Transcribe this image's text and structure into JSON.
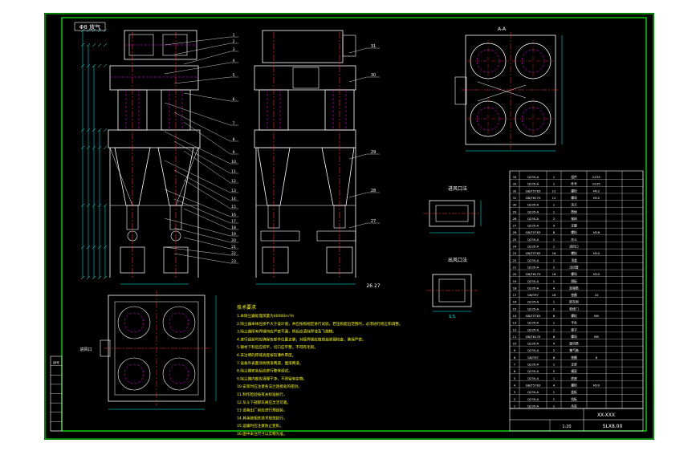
{
  "drawing": {
    "top_label": "Φ8 放气",
    "section_label": "A-A",
    "inlet_title": "进风口法",
    "outlet_title": "出风口法",
    "left_inlet_label": "进风口",
    "outlet_dims": "1:5",
    "callouts_front": [
      "1",
      "2",
      "3",
      "4",
      "5",
      "6",
      "7",
      "8",
      "9",
      "10",
      "11",
      "12",
      "13",
      "14",
      "15",
      "16",
      "17",
      "18",
      "19",
      "20",
      "21",
      "22",
      "23"
    ],
    "callouts_side": [
      "31",
      "30",
      "29",
      "28",
      "27"
    ],
    "callout_bottom": "26 27"
  },
  "notes": {
    "heading": "技术要求",
    "lines": [
      "1.本除尘器处理风量为40000m³/h",
      "2.除尘器本体压损不大于设计值，并应按照规定进行试验，若压损超出范围时，必须进行修正和调整。",
      "3.除尘器所有焊缝均应严密不漏，焊后应清除焊渣及飞溅物。",
      "4.进行组装时应确保各部件位置正确，对接焊缝应做煤油渗漏检查，确保严密。",
      "5.钢材下料后应校平，切口应平整，不得有毛刺。",
      "6.未注明的焊缝高度按较薄件厚度。",
      "7.设备外表面涂防锈漆两道，面漆两道。",
      "8.除尘器安装后应进行整体调试。",
      "9.除尘器内部应清理干净，不得留有杂物。",
      "10.安装时应注意各法兰连接处的密封。",
      "11.制作检验按有关标准执行。",
      "12.灰斗下部卸灰阀应灵活可靠。",
      "13.设备出厂前应进行预组装。",
      "14.其余按相关技术规范执行。",
      "15.运输时应注意防止变形。",
      "16.图中未注尺寸以实物为准。"
    ]
  },
  "bom": {
    "rows": [
      [
        "34",
        "Q235-A",
        "1",
        "组件",
        "0235"
      ],
      [
        "33",
        "Q235-A",
        "1",
        "件号",
        "0235"
      ],
      [
        "32",
        "GB/T5783",
        "12",
        "螺栓",
        "M12"
      ],
      [
        "31",
        "GB/T6170",
        "12",
        "螺母",
        "M12"
      ],
      [
        "30",
        "Q235-A",
        "1",
        "法兰",
        ""
      ],
      [
        "29",
        "Q235-A",
        "1",
        "筒体",
        ""
      ],
      [
        "28",
        "Q235-A",
        "2",
        "锥体",
        ""
      ],
      [
        "27",
        "Q235-A",
        "4",
        "支腿",
        ""
      ],
      [
        "26",
        "GB/T5783",
        "8",
        "螺栓",
        "M16"
      ],
      [
        "25",
        "Q235-A",
        "1",
        "灰斗",
        ""
      ],
      [
        "24",
        "Q235-A",
        "1",
        "进风口",
        ""
      ],
      [
        "23",
        "GB/T5783",
        "16",
        "螺栓",
        "M10"
      ],
      [
        "22",
        "Q235-A",
        "1",
        "顶盖",
        ""
      ],
      [
        "21",
        "Q235-A",
        "2",
        "出风管",
        ""
      ],
      [
        "20",
        "GB/T6170",
        "16",
        "螺母",
        "M10"
      ],
      [
        "19",
        "Q235-A",
        "1",
        "隔板",
        ""
      ],
      [
        "18",
        "Q235-A",
        "4",
        "加强筋",
        ""
      ],
      [
        "17",
        "GB/T97",
        "16",
        "垫圈",
        "10"
      ],
      [
        "16",
        "Q235-A",
        "1",
        "卸灰阀",
        ""
      ],
      [
        "15",
        "Q235-A",
        "2",
        "检修门",
        ""
      ],
      [
        "14",
        "GB/T5783",
        "8",
        "螺栓",
        "M8"
      ],
      [
        "13",
        "Q235-A",
        "1",
        "平台",
        ""
      ],
      [
        "12",
        "Q235-A",
        "1",
        "梯子",
        ""
      ],
      [
        "11",
        "GB/T6170",
        "8",
        "螺母",
        "M8"
      ],
      [
        "10",
        "Q235-A",
        "4",
        "旋风筒",
        ""
      ],
      [
        "9",
        "Q235-A",
        "2",
        "集气箱",
        ""
      ],
      [
        "8",
        "GB/T97",
        "8",
        "垫圈",
        "8"
      ],
      [
        "7",
        "Q235-A",
        "1",
        "支架",
        ""
      ],
      [
        "6",
        "Q235-A",
        "2",
        "横梁",
        ""
      ],
      [
        "5",
        "Q235-A",
        "1",
        "底座",
        ""
      ],
      [
        "4",
        "GB/T5783",
        "4",
        "螺栓",
        "M20"
      ],
      [
        "3",
        "Q235-A",
        "1",
        "盖板",
        ""
      ],
      [
        "2",
        "Q235-A",
        "1",
        "挡板",
        ""
      ],
      [
        "1",
        "Q235-A",
        "1",
        "吊耳",
        ""
      ]
    ]
  },
  "title_block": {
    "drawing_number": "XX-XXX",
    "drawing_code": "SLX8.00",
    "scale": "1:20"
  },
  "revision_block": {
    "rows": [
      "序号",
      "",
      "",
      "",
      "",
      "",
      "",
      ""
    ]
  },
  "colors": {
    "background": "#000000",
    "outline": "#ffffff",
    "center_line": "#ff3030",
    "hidden_line": "#ff00ff",
    "dimension": "#00ffff",
    "notes_text": "#ffff00",
    "border": "#00ff00"
  }
}
